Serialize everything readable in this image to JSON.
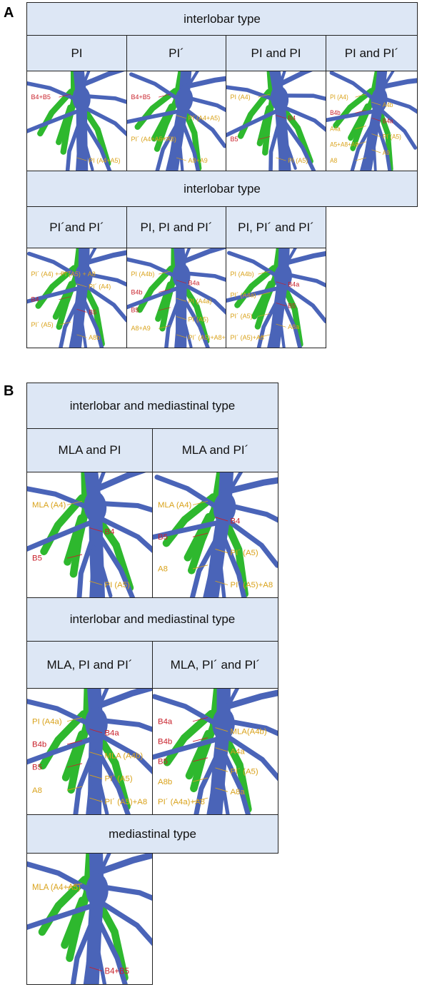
{
  "panel_a": {
    "letter": "A",
    "rows": [
      {
        "title": "interlobar type",
        "cells": [
          {
            "title": "PI",
            "labels": [
              "B4+B5",
              "PI (A4+A5)"
            ]
          },
          {
            "title": "PI´",
            "labels": [
              "B4+B5",
              "PI´(A4+A5)",
              "PI´ (A4+A5+A8)",
              "A8+A9"
            ]
          },
          {
            "title": "PI and PI",
            "labels": [
              "PI (A4)",
              "B4",
              "B5",
              "PI (A5)"
            ]
          },
          {
            "title": "PI and PI´",
            "labels": [
              "PI (A4)",
              "A4b",
              "B4b",
              "B4a",
              "A4a",
              "PI´(A5)",
              "A5+A8+A9",
              "A9",
              "A8"
            ]
          }
        ]
      },
      {
        "title": "interlobar type",
        "cells": [
          {
            "title": "PI´and PI´",
            "labels": [
              "PI´ (A4) + PI (A5) + A8",
              "PI´ (A4)",
              "B4",
              "B5",
              "PI´ (A5)",
              "A8b"
            ]
          },
          {
            "title": "PI, PI and PI´",
            "labels": [
              "PI (A4b)",
              "B4a",
              "B4b",
              "PI (A4a)",
              "B5",
              "PI´(A5)",
              "A8+A9",
              "PI´ (A5)+A8+A9"
            ]
          },
          {
            "title": "PI, PI´ and PI´",
            "labels": [
              "PI (A4b)",
              "B4a",
              "PI´ (A4a)",
              "B5",
              "PI´ (A5)",
              "A8a",
              "PI´ (A5)+A8"
            ]
          }
        ]
      }
    ]
  },
  "panel_b": {
    "letter": "B",
    "rows": [
      {
        "title": "interlobar and mediastinal type",
        "cells": [
          {
            "title": "MLA and PI",
            "labels": [
              "MLA (A4)",
              "B4",
              "B5",
              "PI (A5)"
            ]
          },
          {
            "title": "MLA and PI´",
            "labels": [
              "MLA (A4)",
              "B4",
              "B5",
              "PI´ (A5)",
              "A8",
              "PI´ (A5)+A8"
            ]
          }
        ]
      },
      {
        "title": "interlobar and mediastinal type",
        "cells": [
          {
            "title": "MLA, PI and PI´",
            "labels": [
              "PI (A4a)",
              "B4a",
              "B4b",
              "MLA (A4b)",
              "B5",
              "PI´ (A5)",
              "A8",
              "PI´ (A5)+A8"
            ]
          },
          {
            "title": "MLA, PI´ and PI´",
            "labels": [
              "B4a",
              "MLA(A4b)",
              "B4b",
              "A4a",
              "B5",
              "PI´ (A5)",
              "A8b",
              "A8a",
              "PI´ (A4a)+A8"
            ]
          }
        ]
      },
      {
        "title": "mediastinal type",
        "cells": [
          {
            "title": "",
            "labels": [
              "MLA (A4+A5)",
              "B4+B5"
            ]
          }
        ]
      }
    ]
  },
  "colors": {
    "header_fill": "#dde7f5",
    "artery_blue": "#4a64b8",
    "bronchus_green": "#2eb82e",
    "label_yellow": "#d9a21a",
    "label_red": "#c8202a"
  }
}
